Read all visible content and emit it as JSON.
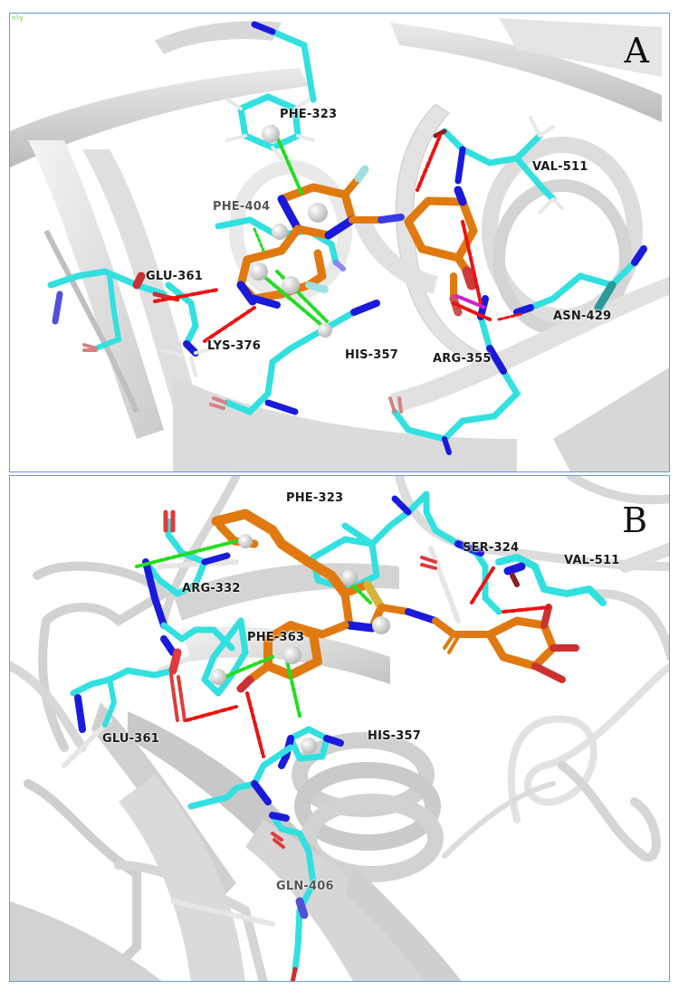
{
  "figure": {
    "panels": [
      {
        "id": "A",
        "letter": "A",
        "corner_tag": "nly",
        "residues": [
          {
            "label": "PHE-323"
          },
          {
            "label": "VAL-511"
          },
          {
            "label": "PHE-404"
          },
          {
            "label": "GLU-361"
          },
          {
            "label": "LYS-376"
          },
          {
            "label": "HIS-357"
          },
          {
            "label": "ARG-355"
          },
          {
            "label": "ASN-429"
          }
        ],
        "interactions": {
          "hydrogen_bonds": "red dashed",
          "pi_stacking": "green dashed",
          "salt_bridge": "magenta dashed"
        }
      },
      {
        "id": "B",
        "letter": "B",
        "residues": [
          {
            "label": "PHE-323"
          },
          {
            "label": "SER-324"
          },
          {
            "label": "VAL-511"
          },
          {
            "label": "ARG-332"
          },
          {
            "label": "PHE-363"
          },
          {
            "label": "GLU-361"
          },
          {
            "label": "HIS-357"
          },
          {
            "label": "GLN-406"
          }
        ],
        "interactions": {
          "hydrogen_bonds": "red dashed",
          "pi_stacking": "green dashed"
        }
      }
    ],
    "colors": {
      "panel_border": "#6a9ad6",
      "protein_cartoon": "#d8d8d8",
      "residue_carbon": "#33e0e0",
      "ligand_carbon": "#e07a10",
      "nitrogen": "#1a1adc",
      "oxygen": "#e03a3a",
      "sulfur": "#d4b43a",
      "fluorine": "#9fe0e0",
      "hydrogen": "#e8e8e8",
      "hbond": "#ee1111",
      "pi_interaction": "#22dd22",
      "salt_bridge": "#cc22cc",
      "centroid": "#e6e6e6"
    }
  }
}
